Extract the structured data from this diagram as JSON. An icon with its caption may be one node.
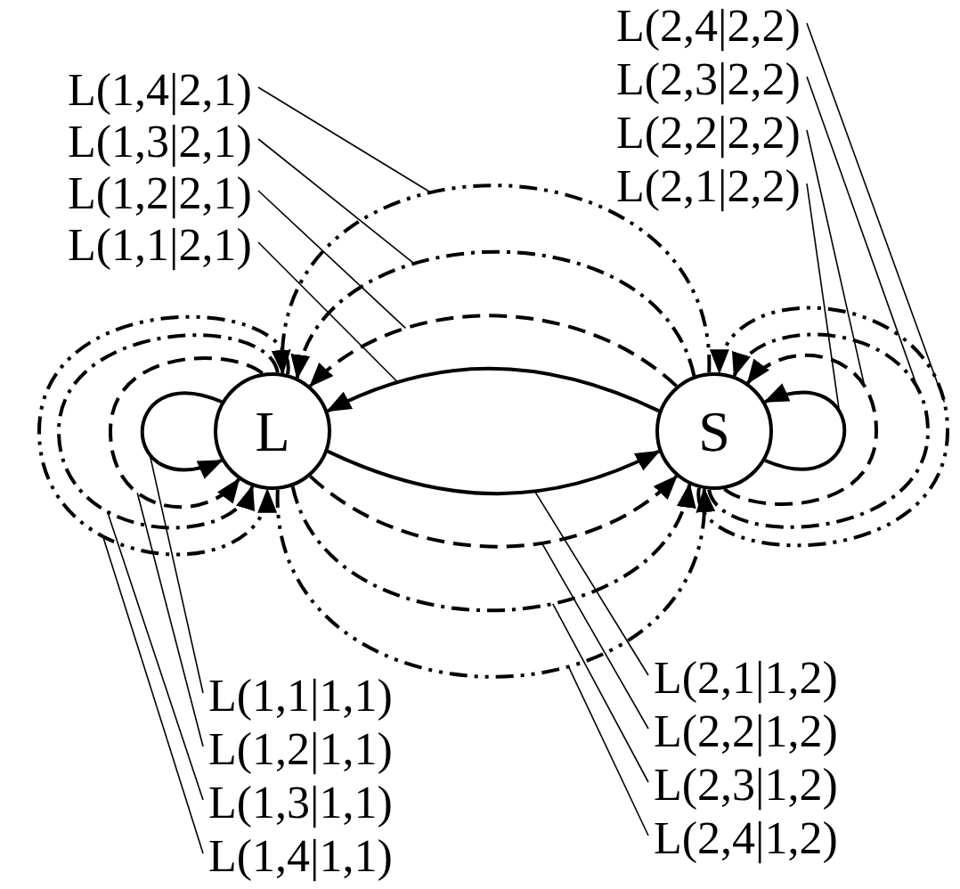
{
  "diagram": {
    "nodes": [
      {
        "text": [
          "L"
        ]
      },
      {
        "text": [
          "S"
        ]
      },
      {
        "text": [
          "L(1,4|2,1)"
        ]
      },
      {
        "text": [
          "L(1,3|2,1)"
        ]
      },
      {
        "text": [
          "L(1,2|2,1)"
        ]
      },
      {
        "text": [
          "L(1,1|2,1)"
        ]
      },
      {
        "text": [
          "L(2,4|2,2)"
        ]
      },
      {
        "text": [
          "L(2,3|2,2)"
        ]
      },
      {
        "text": [
          "L(2,2|2,2)"
        ]
      },
      {
        "text": [
          "L(2,1|2,2)"
        ]
      },
      {
        "text": [
          "L(1,1|1,1)"
        ]
      },
      {
        "text": [
          "L(1,2|1,1)"
        ]
      },
      {
        "text": [
          "L(1,3|1,1)"
        ]
      },
      {
        "text": [
          "L(1,4|1,1)"
        ]
      },
      {
        "text": [
          "L(2,1|1,2)"
        ]
      },
      {
        "text": [
          "L(2,2|1,2)"
        ]
      },
      {
        "text": [
          "L(2,3|1,2)"
        ]
      },
      {
        "text": [
          "L(2,4|1,2)"
        ]
      }
    ],
    "edges": [
      {
        "from": 0,
        "to": 0,
        "arrow": "to"
      },
      {
        "from": 0,
        "to": 0,
        "arrow": "to",
        "style": "dashed"
      },
      {
        "from": 0,
        "to": 0,
        "arrow": "to",
        "style": "dashed"
      },
      {
        "from": 0,
        "to": 0,
        "arrow": "to",
        "style": "dashed"
      },
      {
        "from": 0,
        "to": 1,
        "arrow": "to"
      },
      {
        "from": 0,
        "to": 1,
        "arrow": "to",
        "style": "dashed"
      },
      {
        "from": 0,
        "to": 1,
        "arrow": "to",
        "style": "dashed"
      },
      {
        "from": 0,
        "to": 1,
        "arrow": "to",
        "style": "dashed"
      },
      {
        "from": 1,
        "to": 0,
        "arrow": "to"
      },
      {
        "from": 1,
        "to": 0,
        "arrow": "to",
        "style": "dashed"
      },
      {
        "from": 1,
        "to": 0,
        "arrow": "to",
        "style": "dashed"
      },
      {
        "from": 1,
        "to": 0,
        "arrow": "to",
        "style": "dashed"
      },
      {
        "from": 1,
        "to": 1,
        "arrow": "to"
      },
      {
        "from": 1,
        "to": 1,
        "arrow": "to",
        "style": "dashed"
      },
      {
        "from": 1,
        "to": 1,
        "arrow": "to",
        "style": "dashed"
      },
      {
        "from": 1,
        "to": 1,
        "arrow": "to",
        "style": "dashed"
      },
      {
        "from": 2,
        "to": null,
        "arrow": "none"
      },
      {
        "from": 3,
        "to": null,
        "arrow": "none"
      },
      {
        "from": 4,
        "to": null,
        "arrow": "none"
      },
      {
        "from": 5,
        "to": null,
        "arrow": "none"
      },
      {
        "from": 6,
        "to": null,
        "arrow": "none"
      },
      {
        "from": 7,
        "to": null,
        "arrow": "none"
      },
      {
        "from": 8,
        "to": null,
        "arrow": "none"
      },
      {
        "from": 9,
        "to": null,
        "arrow": "none"
      },
      {
        "from": 10,
        "to": null,
        "arrow": "none"
      },
      {
        "from": 11,
        "to": null,
        "arrow": "none"
      },
      {
        "from": 12,
        "to": null,
        "arrow": "none"
      },
      {
        "from": 13,
        "to": null,
        "arrow": "none"
      },
      {
        "from": 14,
        "to": null,
        "arrow": "none"
      },
      {
        "from": 15,
        "to": null,
        "arrow": "none"
      },
      {
        "from": 16,
        "to": null,
        "arrow": "none"
      },
      {
        "from": 17,
        "to": null,
        "arrow": "none"
      }
    ]
  }
}
